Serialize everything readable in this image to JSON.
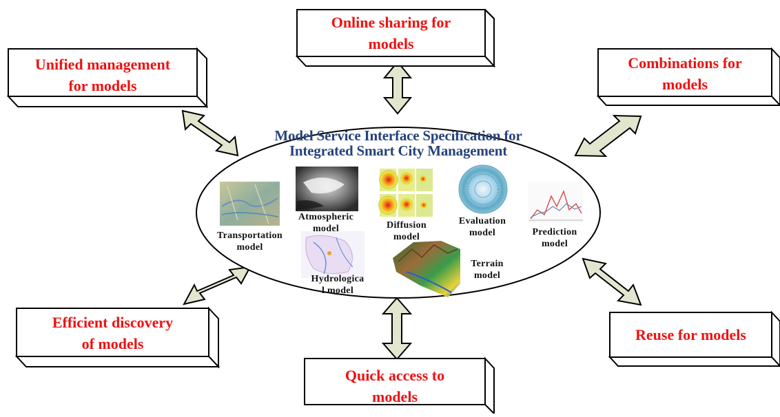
{
  "center": {
    "title_line1": "Model Service Interface Specification for",
    "title_line2": "Integrated Smart City Management"
  },
  "boxes": {
    "online_sharing": {
      "line1": "Online sharing for",
      "line2": "models"
    },
    "unified_management": {
      "line1": "Unified management",
      "line2": "for models"
    },
    "combinations": {
      "line1": "Combinations for",
      "line2": "models"
    },
    "efficient_discovery": {
      "line1": "Efficient discovery",
      "line2": "of models"
    },
    "reuse": {
      "line1": "Reuse for models"
    },
    "quick_access": {
      "line1": "Quick access to",
      "line2": "models"
    }
  },
  "models": {
    "transportation": {
      "line1": "Transportation",
      "line2": "model"
    },
    "atmospheric": {
      "line1": "Atmospheric",
      "line2": "model"
    },
    "diffusion": {
      "line1": "Diffusion",
      "line2": "model"
    },
    "evaluation": {
      "line1": "Evaluation",
      "line2": "model"
    },
    "prediction": {
      "line1": "Prediction",
      "line2": "model"
    },
    "hydrological": {
      "line1": "Hydrologica",
      "line2": "l model"
    },
    "terrain": {
      "line1": "Terrain",
      "line2": "model"
    }
  },
  "colors": {
    "box_text": "#ee1111",
    "title_text": "#25427a",
    "arrow_fill": "#e3e6cf"
  }
}
